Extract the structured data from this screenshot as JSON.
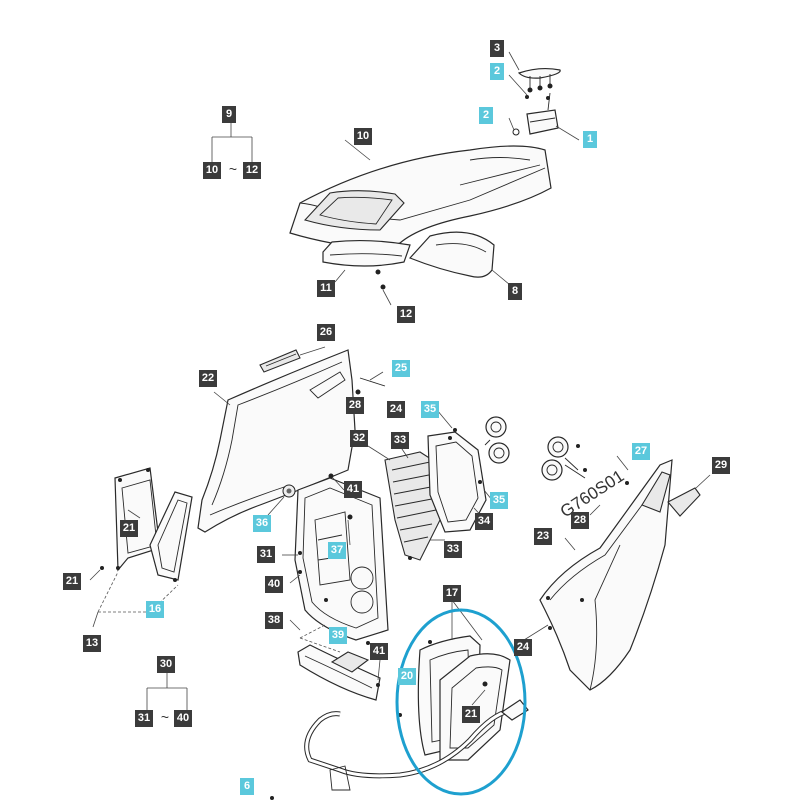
{
  "colors": {
    "dark_label": "#3b3b3b",
    "highlight_label": "#5bc8dc",
    "highlight_circle": "#1ea0cf",
    "label_text": "#ffffff",
    "line": "#2a2a2a"
  },
  "drawing_code": "G760S01",
  "group_ranges": [
    {
      "parent": "9",
      "from": "10",
      "sep": "~",
      "to": "12"
    },
    {
      "parent": "30",
      "from": "31",
      "sep": "~",
      "to": "40"
    }
  ],
  "labels": [
    {
      "id": "3",
      "text": "3",
      "highlight": false
    },
    {
      "id": "2a",
      "text": "2",
      "highlight": true
    },
    {
      "id": "2b",
      "text": "2",
      "highlight": true
    },
    {
      "id": "1",
      "text": "1",
      "highlight": true
    },
    {
      "id": "9",
      "text": "9",
      "highlight": false
    },
    {
      "id": "10a",
      "text": "10",
      "highlight": false
    },
    {
      "id": "12a",
      "text": "12",
      "highlight": false
    },
    {
      "id": "10b",
      "text": "10",
      "highlight": false
    },
    {
      "id": "11",
      "text": "11",
      "highlight": false
    },
    {
      "id": "12b",
      "text": "12",
      "highlight": false
    },
    {
      "id": "8",
      "text": "8",
      "highlight": false
    },
    {
      "id": "26",
      "text": "26",
      "highlight": false
    },
    {
      "id": "25",
      "text": "25",
      "highlight": true
    },
    {
      "id": "22",
      "text": "22",
      "highlight": false
    },
    {
      "id": "28a",
      "text": "28",
      "highlight": false
    },
    {
      "id": "24a",
      "text": "24",
      "highlight": false
    },
    {
      "id": "35a",
      "text": "35",
      "highlight": true
    },
    {
      "id": "32",
      "text": "32",
      "highlight": false
    },
    {
      "id": "33a",
      "text": "33",
      "highlight": false
    },
    {
      "id": "27",
      "text": "27",
      "highlight": true
    },
    {
      "id": "29",
      "text": "29",
      "highlight": false
    },
    {
      "id": "41a",
      "text": "41",
      "highlight": false
    },
    {
      "id": "35b",
      "text": "35",
      "highlight": true
    },
    {
      "id": "34",
      "text": "34",
      "highlight": false
    },
    {
      "id": "28b",
      "text": "28",
      "highlight": false
    },
    {
      "id": "21a",
      "text": "21",
      "highlight": false
    },
    {
      "id": "36",
      "text": "36",
      "highlight": true
    },
    {
      "id": "37",
      "text": "37",
      "highlight": true
    },
    {
      "id": "33b",
      "text": "33",
      "highlight": false
    },
    {
      "id": "23",
      "text": "23",
      "highlight": false
    },
    {
      "id": "31a",
      "text": "31",
      "highlight": false
    },
    {
      "id": "21b",
      "text": "21",
      "highlight": false
    },
    {
      "id": "40a",
      "text": "40",
      "highlight": false
    },
    {
      "id": "16",
      "text": "16",
      "highlight": true
    },
    {
      "id": "17",
      "text": "17",
      "highlight": false
    },
    {
      "id": "38",
      "text": "38",
      "highlight": false
    },
    {
      "id": "13",
      "text": "13",
      "highlight": false
    },
    {
      "id": "39",
      "text": "39",
      "highlight": true
    },
    {
      "id": "41b",
      "text": "41",
      "highlight": false
    },
    {
      "id": "24b",
      "text": "24",
      "highlight": false
    },
    {
      "id": "30",
      "text": "30",
      "highlight": false
    },
    {
      "id": "20",
      "text": "20",
      "highlight": true
    },
    {
      "id": "31b",
      "text": "31",
      "highlight": false
    },
    {
      "id": "40b",
      "text": "40",
      "highlight": false
    },
    {
      "id": "21c",
      "text": "21",
      "highlight": false
    },
    {
      "id": "6",
      "text": "6",
      "highlight": true
    }
  ]
}
